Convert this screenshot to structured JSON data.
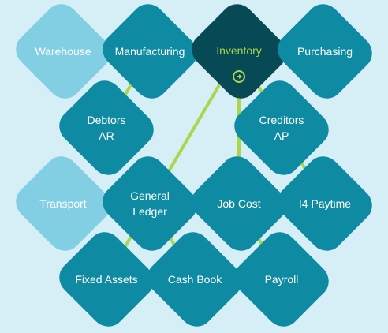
{
  "colors": {
    "primary": "#0e8aa3",
    "light": "#82cfe3",
    "dark": "#074a55",
    "accent": "#a9d64a",
    "background": "#d6eef5"
  },
  "modules": [
    {
      "key": "warehouse",
      "label": "Warehouse",
      "style": "light"
    },
    {
      "key": "manufacturing",
      "label": "Manufacturing",
      "style": "primary"
    },
    {
      "key": "inventory",
      "label": "Inventory",
      "style": "dark",
      "icon": "arrow-right-circle-icon"
    },
    {
      "key": "purchasing",
      "label": "Purchasing",
      "style": "primary"
    },
    {
      "key": "debtors",
      "label": "Debtors\nAR",
      "style": "primary"
    },
    {
      "key": "creditors",
      "label": "Creditors\nAP",
      "style": "primary"
    },
    {
      "key": "transport",
      "label": "Transport",
      "style": "light"
    },
    {
      "key": "general-ledger",
      "label": "General\nLedger",
      "style": "primary"
    },
    {
      "key": "job-cost",
      "label": "Job Cost",
      "style": "primary"
    },
    {
      "key": "paytime",
      "label": "I4 Paytime",
      "style": "primary"
    },
    {
      "key": "fixed-assets",
      "label": "Fixed Assets",
      "style": "primary"
    },
    {
      "key": "cash-book",
      "label": "Cash Book",
      "style": "primary"
    },
    {
      "key": "payroll",
      "label": "Payroll",
      "style": "primary"
    }
  ]
}
